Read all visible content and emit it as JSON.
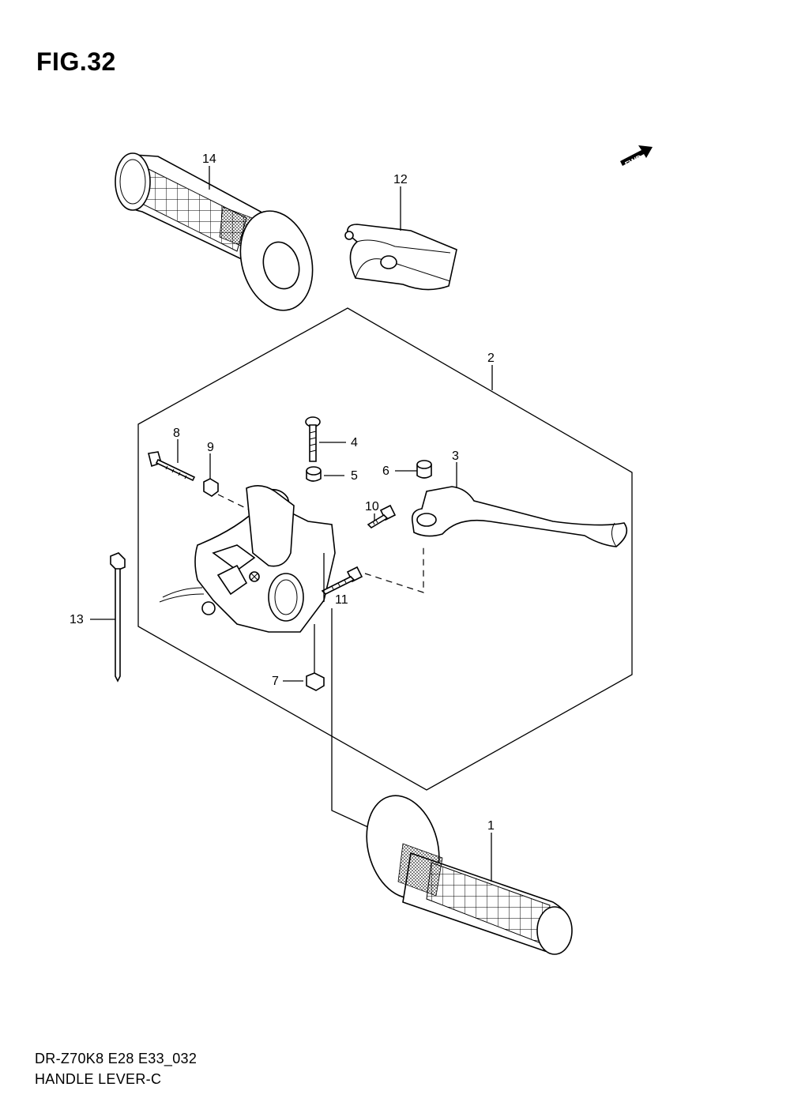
{
  "figure": {
    "title": "FIG.32",
    "model_code": "DR-Z70K8  E28  E33_032",
    "section_name": "HANDLE LEVER-C"
  },
  "direction_badge": {
    "text": "FWD",
    "icon": "fwd-arrow-icon"
  },
  "callouts": {
    "c1": "1",
    "c2": "2",
    "c3": "3",
    "c4": "4",
    "c5": "5",
    "c6": "6",
    "c7": "7",
    "c8": "8",
    "c9": "9",
    "c10": "10",
    "c11": "11",
    "c12": "12",
    "c13": "13",
    "c14": "14"
  }
}
